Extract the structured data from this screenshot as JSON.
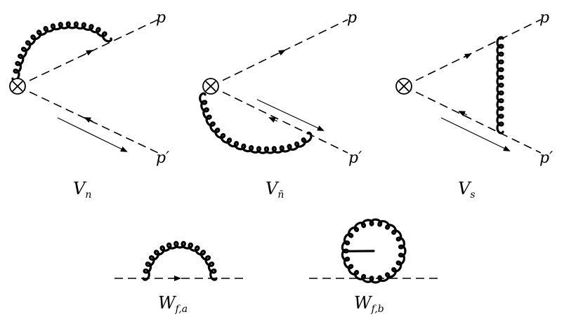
{
  "diagrams": [
    {
      "id": "vn",
      "label": "V",
      "subscript": "n",
      "out": "p",
      "in": "p′"
    },
    {
      "id": "vnb",
      "label": "V",
      "subscript": "n̄",
      "out": "p",
      "in": "p′"
    },
    {
      "id": "vs",
      "label": "V",
      "subscript": "s",
      "out": "p",
      "in": "p′"
    },
    {
      "id": "wfa",
      "label": "W",
      "subscript": "f,a"
    },
    {
      "id": "wfb",
      "label": "W",
      "subscript": "f,b"
    }
  ],
  "vertex_symbol": "⊗",
  "colors": {
    "ink": "#000000",
    "background": "#ffffff"
  }
}
